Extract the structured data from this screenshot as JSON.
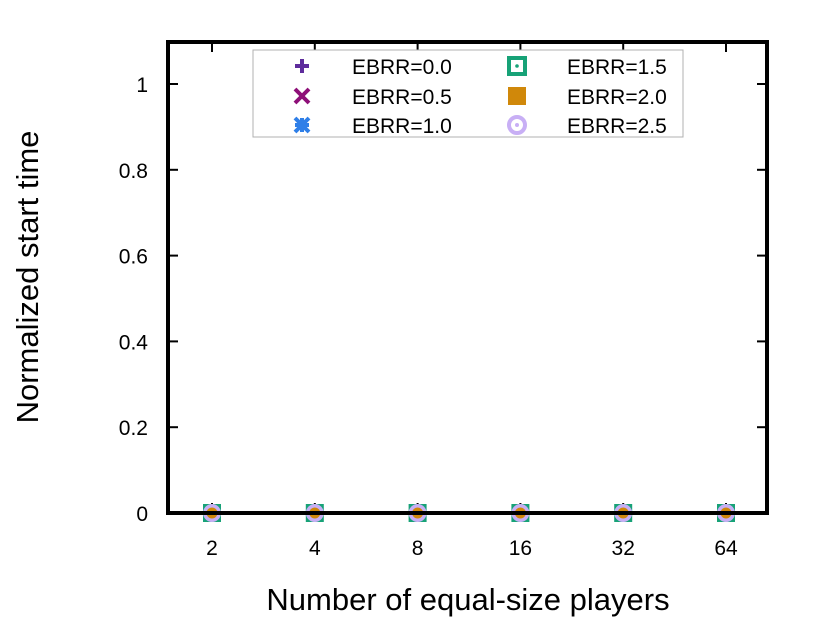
{
  "chart_data": {
    "type": "scatter",
    "title": "",
    "xlabel": "Number of equal-size players",
    "ylabel": "Normalized start time",
    "categories": [
      "2",
      "4",
      "8",
      "16",
      "32",
      "64"
    ],
    "x": [
      2,
      4,
      8,
      16,
      32,
      64
    ],
    "ylim": [
      0,
      1.1
    ],
    "yticks": [
      "0",
      "0.2",
      "0.4",
      "0.6",
      "0.8",
      "1"
    ],
    "ytick_values": [
      0,
      0.2,
      0.4,
      0.6,
      0.8,
      1.0
    ],
    "grid": false,
    "legend_position": "top-center, inside, 2 columns",
    "series": [
      {
        "name": "EBRR=0.0",
        "marker": "plus",
        "color": "#5e2c9c",
        "values": [
          0,
          0,
          0,
          0,
          0,
          0
        ]
      },
      {
        "name": "EBRR=0.5",
        "marker": "cross",
        "color": "#8e0f78",
        "values": [
          0,
          0,
          0,
          0,
          0,
          0
        ]
      },
      {
        "name": "EBRR=1.0",
        "marker": "asterisk",
        "color": "#2f7fe8",
        "values": [
          0,
          0,
          0,
          0,
          0,
          0
        ]
      },
      {
        "name": "EBRR=1.5",
        "marker": "dotted-square",
        "color": "#17a277",
        "values": [
          0,
          0,
          0,
          0,
          0,
          0
        ]
      },
      {
        "name": "EBRR=2.0",
        "marker": "filled-square",
        "color": "#d0880a",
        "values": [
          0,
          0,
          0,
          0,
          0,
          0
        ]
      },
      {
        "name": "EBRR=2.5",
        "marker": "dotted-circle",
        "color": "#c8aff5",
        "values": [
          0,
          0,
          0,
          0,
          0,
          0
        ]
      }
    ]
  }
}
